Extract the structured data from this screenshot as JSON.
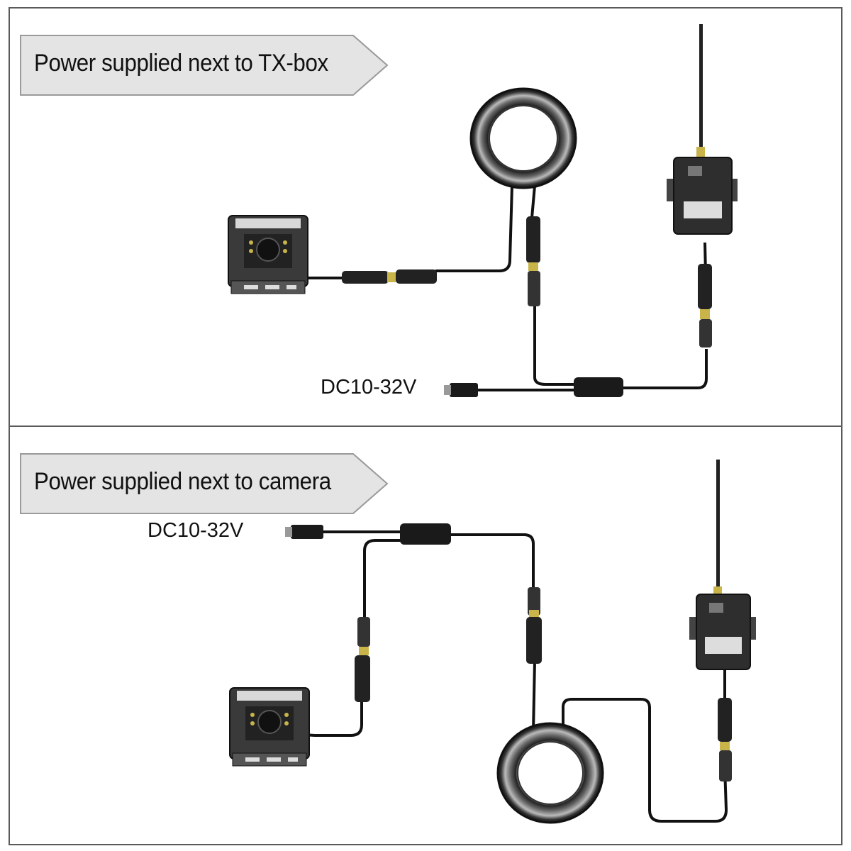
{
  "panels": [
    {
      "title": "Power supplied next to TX-box",
      "power_label": "DC10-32V"
    },
    {
      "title": "Power supplied next to camera",
      "power_label": "DC10-32V"
    }
  ],
  "colors": {
    "border": "#5a5a5a",
    "banner_fill": "#e4e4e4",
    "banner_stroke": "#9a9a9a",
    "cable": "#111111",
    "device": "#3a3a3a"
  },
  "icons": [
    "camera-icon",
    "cable-coil-icon",
    "transmitter-box-icon",
    "antenna-icon",
    "y-splitter-icon",
    "power-plug-icon",
    "connector-icon"
  ]
}
